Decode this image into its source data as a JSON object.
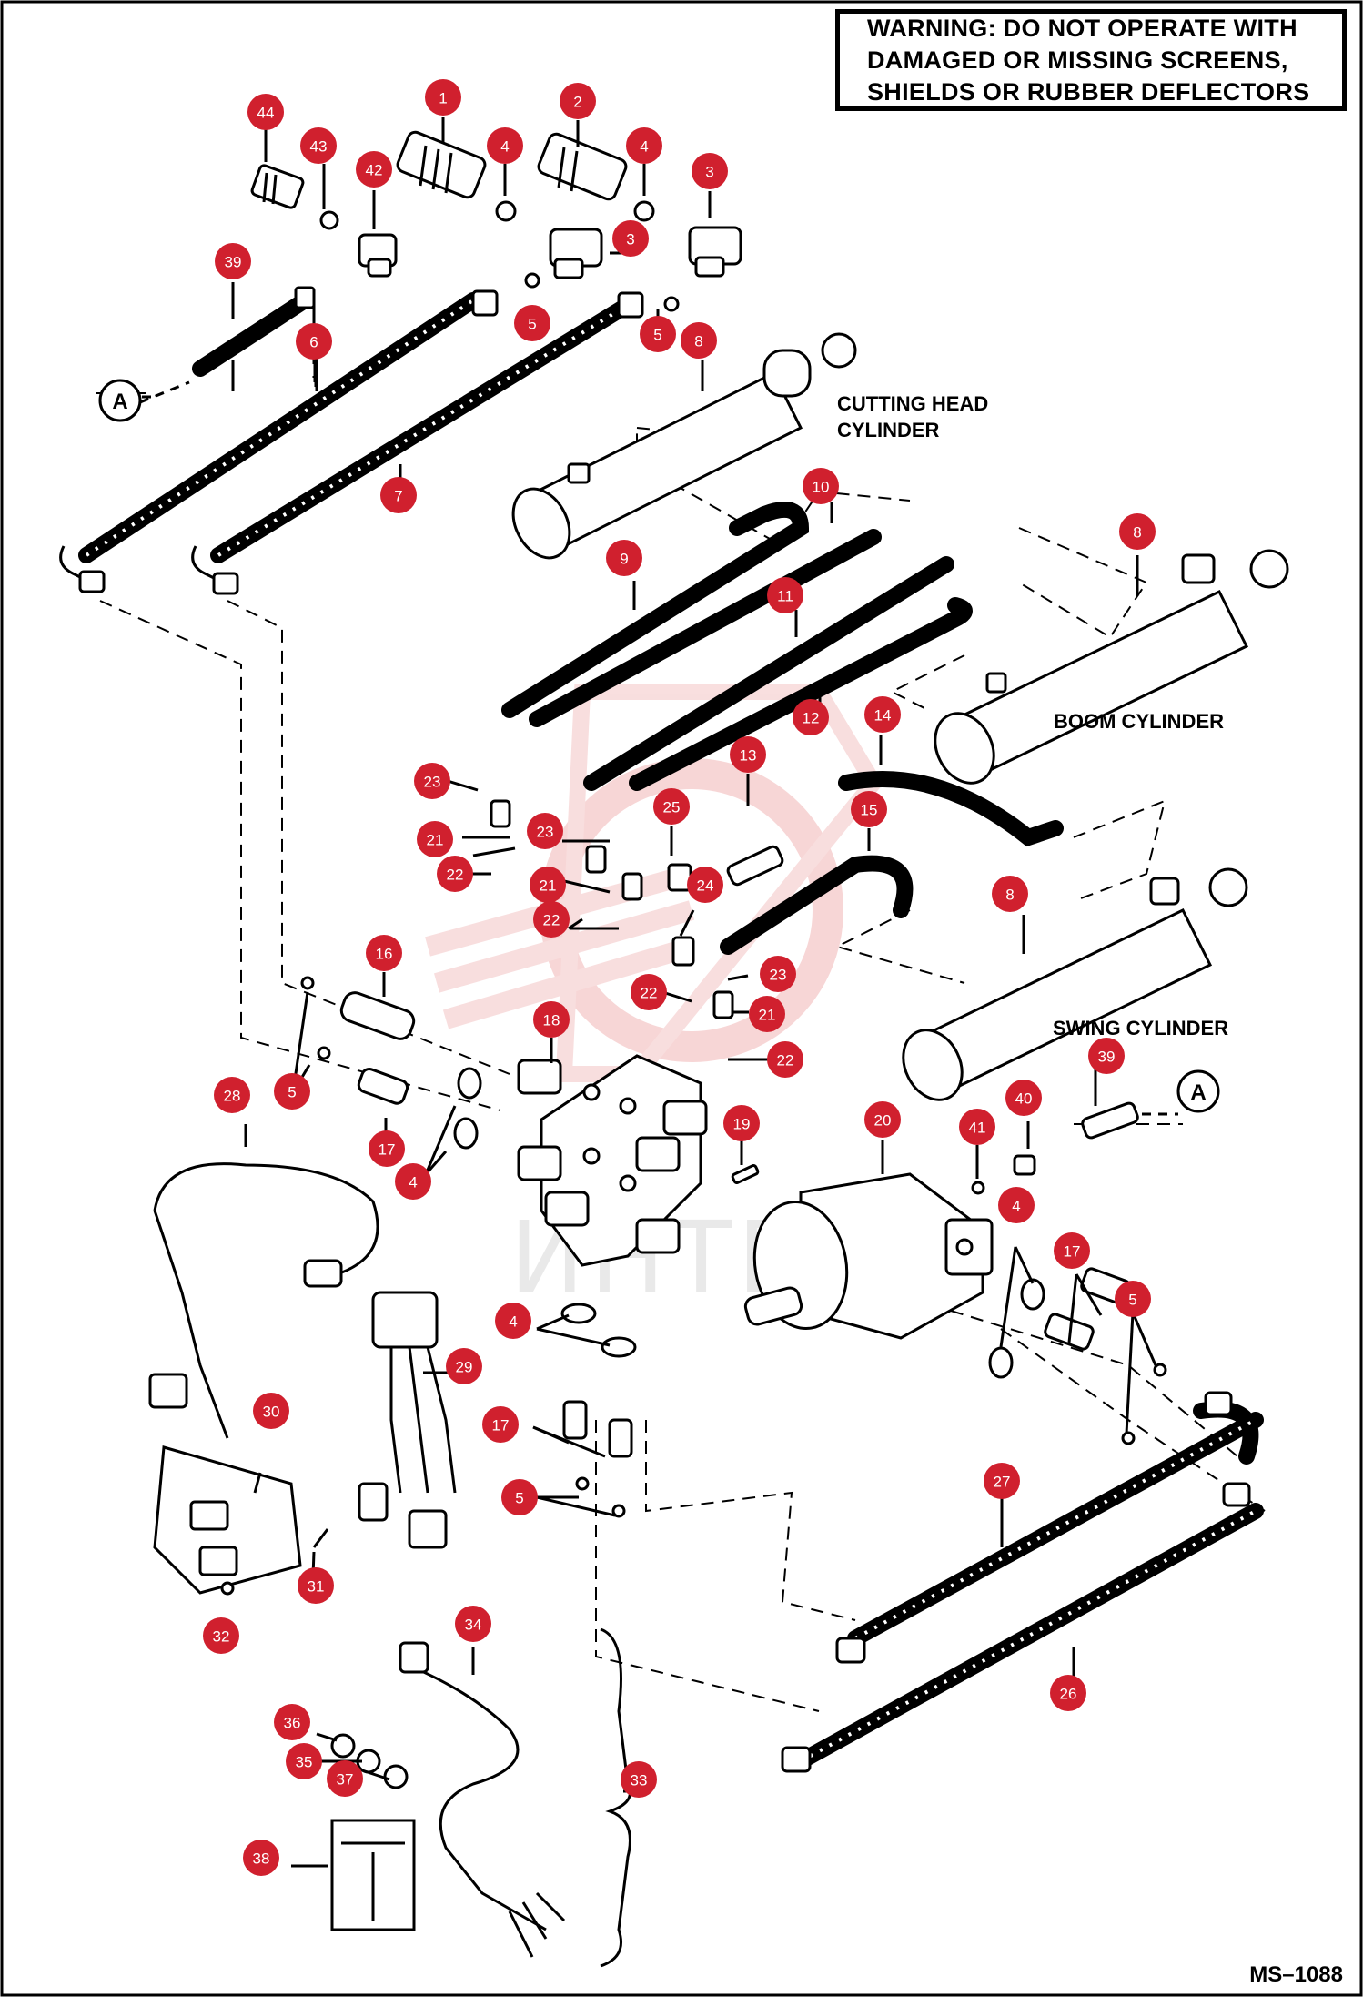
{
  "warning": {
    "line1": "WARNING:  DO NOT OPERATE WITH",
    "line2": "DAMAGED OR MISSING SCREENS,",
    "line3": "SHIELDS OR RUBBER DEFLECTORS"
  },
  "labels": {
    "cutting_head_cylinder_1": "CUTTING HEAD",
    "cutting_head_cylinder_2": "CYLINDER",
    "boom_cylinder": "BOOM CYLINDER",
    "swing_cylinder": "SWING CYLINDER",
    "connector_a": "A",
    "reference_code": "MS–1088"
  },
  "watermark_text": "ИНТЕХ",
  "callouts": [
    "1",
    "2",
    "3",
    "4",
    "5",
    "6",
    "7",
    "8",
    "9",
    "10",
    "11",
    "12",
    "13",
    "14",
    "15",
    "16",
    "17",
    "18",
    "19",
    "20",
    "21",
    "22",
    "23",
    "24",
    "25",
    "26",
    "27",
    "28",
    "29",
    "30",
    "31",
    "32",
    "33",
    "34",
    "35",
    "36",
    "37",
    "38",
    "39",
    "40",
    "41",
    "42",
    "43",
    "44"
  ],
  "colors": {
    "badge": "#d0202e",
    "line": "#000000",
    "watermark": "#f2b6b6"
  }
}
